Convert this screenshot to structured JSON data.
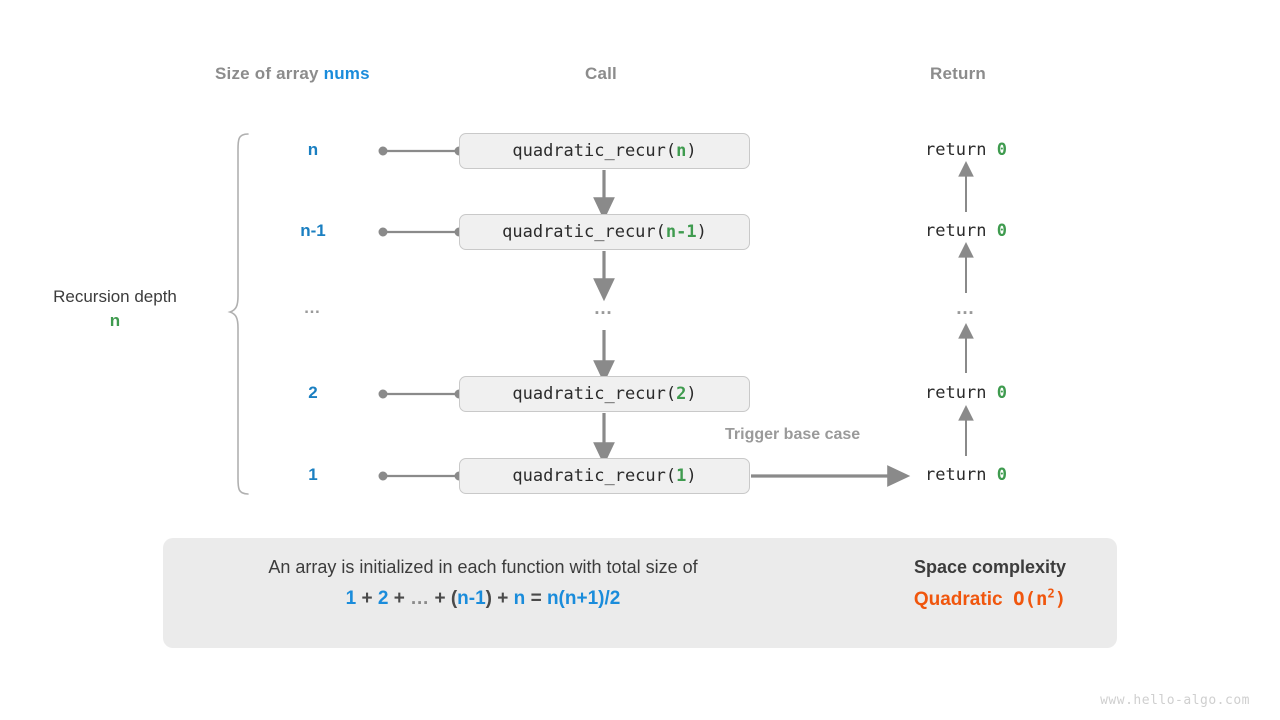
{
  "headers": {
    "size": "Size of array ",
    "size_mono": "nums",
    "call": "Call",
    "ret": "Return"
  },
  "depth": {
    "label": "Recursion depth",
    "value": "n"
  },
  "rows": [
    {
      "size": "n",
      "call_name": "quadratic_recur(",
      "call_arg": "n",
      "call_close": ")",
      "ret": "return ",
      "ret_val": "0"
    },
    {
      "size": "n-1",
      "call_name": "quadratic_recur(",
      "call_arg": "n-1",
      "call_close": ")",
      "ret": "return ",
      "ret_val": "0"
    },
    {
      "size": "…",
      "call_name": "…",
      "call_arg": "",
      "call_close": "",
      "ret": "…",
      "ret_val": ""
    },
    {
      "size": "2",
      "call_name": "quadratic_recur(",
      "call_arg": "2",
      "call_close": ")",
      "ret": "return ",
      "ret_val": "0"
    },
    {
      "size": "1",
      "call_name": "quadratic_recur(",
      "call_arg": "1",
      "call_close": ")",
      "ret": "return ",
      "ret_val": "0"
    }
  ],
  "trigger_note": "Trigger base case",
  "summary": {
    "line1": "An array is initialized in each function with total size of",
    "formula": {
      "t1": "1",
      "o1": "+",
      "t2": "2",
      "o2": "+",
      "t3": "…",
      "o3": "+",
      "p_open": "(",
      "t4": "n-1",
      "p_close": ")",
      "o4": "+",
      "t5": "n",
      "eq": "=",
      "t6": "n(n+1)/2"
    },
    "title": "Space complexity",
    "value_word": "Quadratic",
    "value_big_o": "O(n",
    "value_exp": "2",
    "value_close": ")"
  },
  "watermark": "www.hello-algo.com",
  "colors": {
    "blue": "#1a8cdb",
    "green": "#3f9b4f",
    "orange": "#f0560d",
    "gray_text": "#8c8c8c",
    "box_fill": "#f0f0f0",
    "box_border": "#c9c9c9",
    "panel_fill": "#ebebeb",
    "arrow": "#8a8a8a"
  }
}
